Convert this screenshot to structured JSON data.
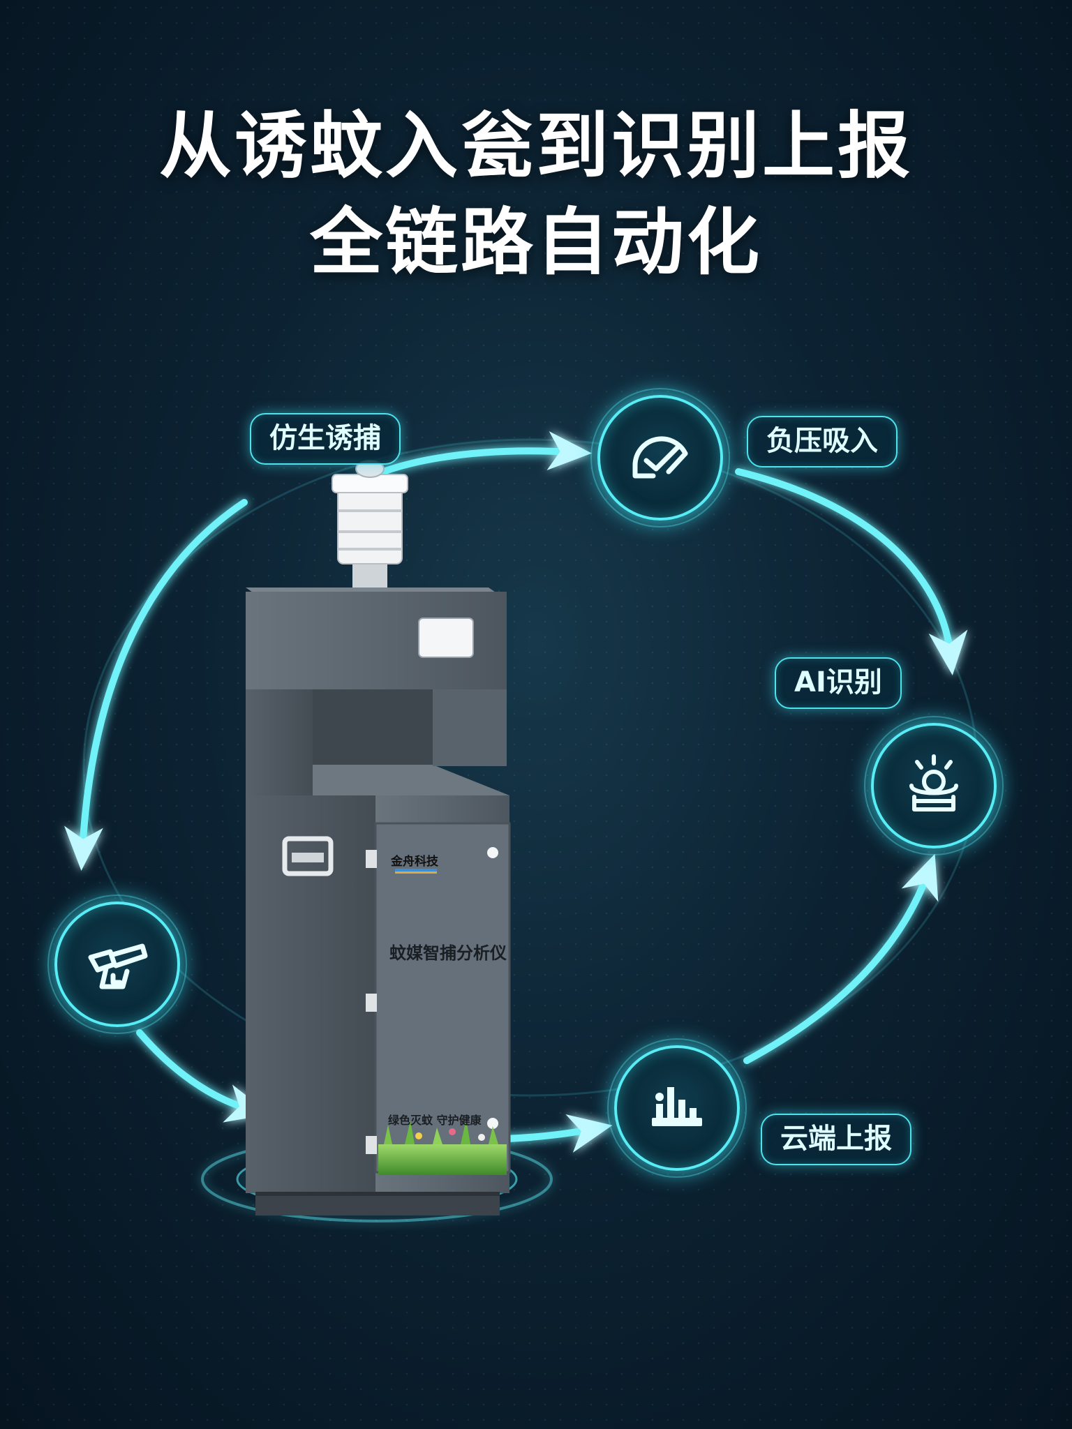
{
  "title": {
    "line1": "从诱蚊入瓮到识别上报",
    "line2": "全链路自动化"
  },
  "steps": [
    {
      "label": "仿生诱捕",
      "icon": "trap-lure-icon"
    },
    {
      "label": "负压吸入",
      "icon": "suction-icon"
    },
    {
      "label": "AI识别",
      "icon": "ai-recognition-icon"
    },
    {
      "label": "云端上报",
      "icon": "cloud-report-icon"
    }
  ],
  "device": {
    "brand": "金舟科技",
    "name": "蚊媒智捕分析仪",
    "slogan": "绿色灭蚊 守护健康"
  },
  "colors": {
    "accent": "#4fe3ee",
    "background": "#0c2232",
    "device_body": "#5d6770"
  }
}
